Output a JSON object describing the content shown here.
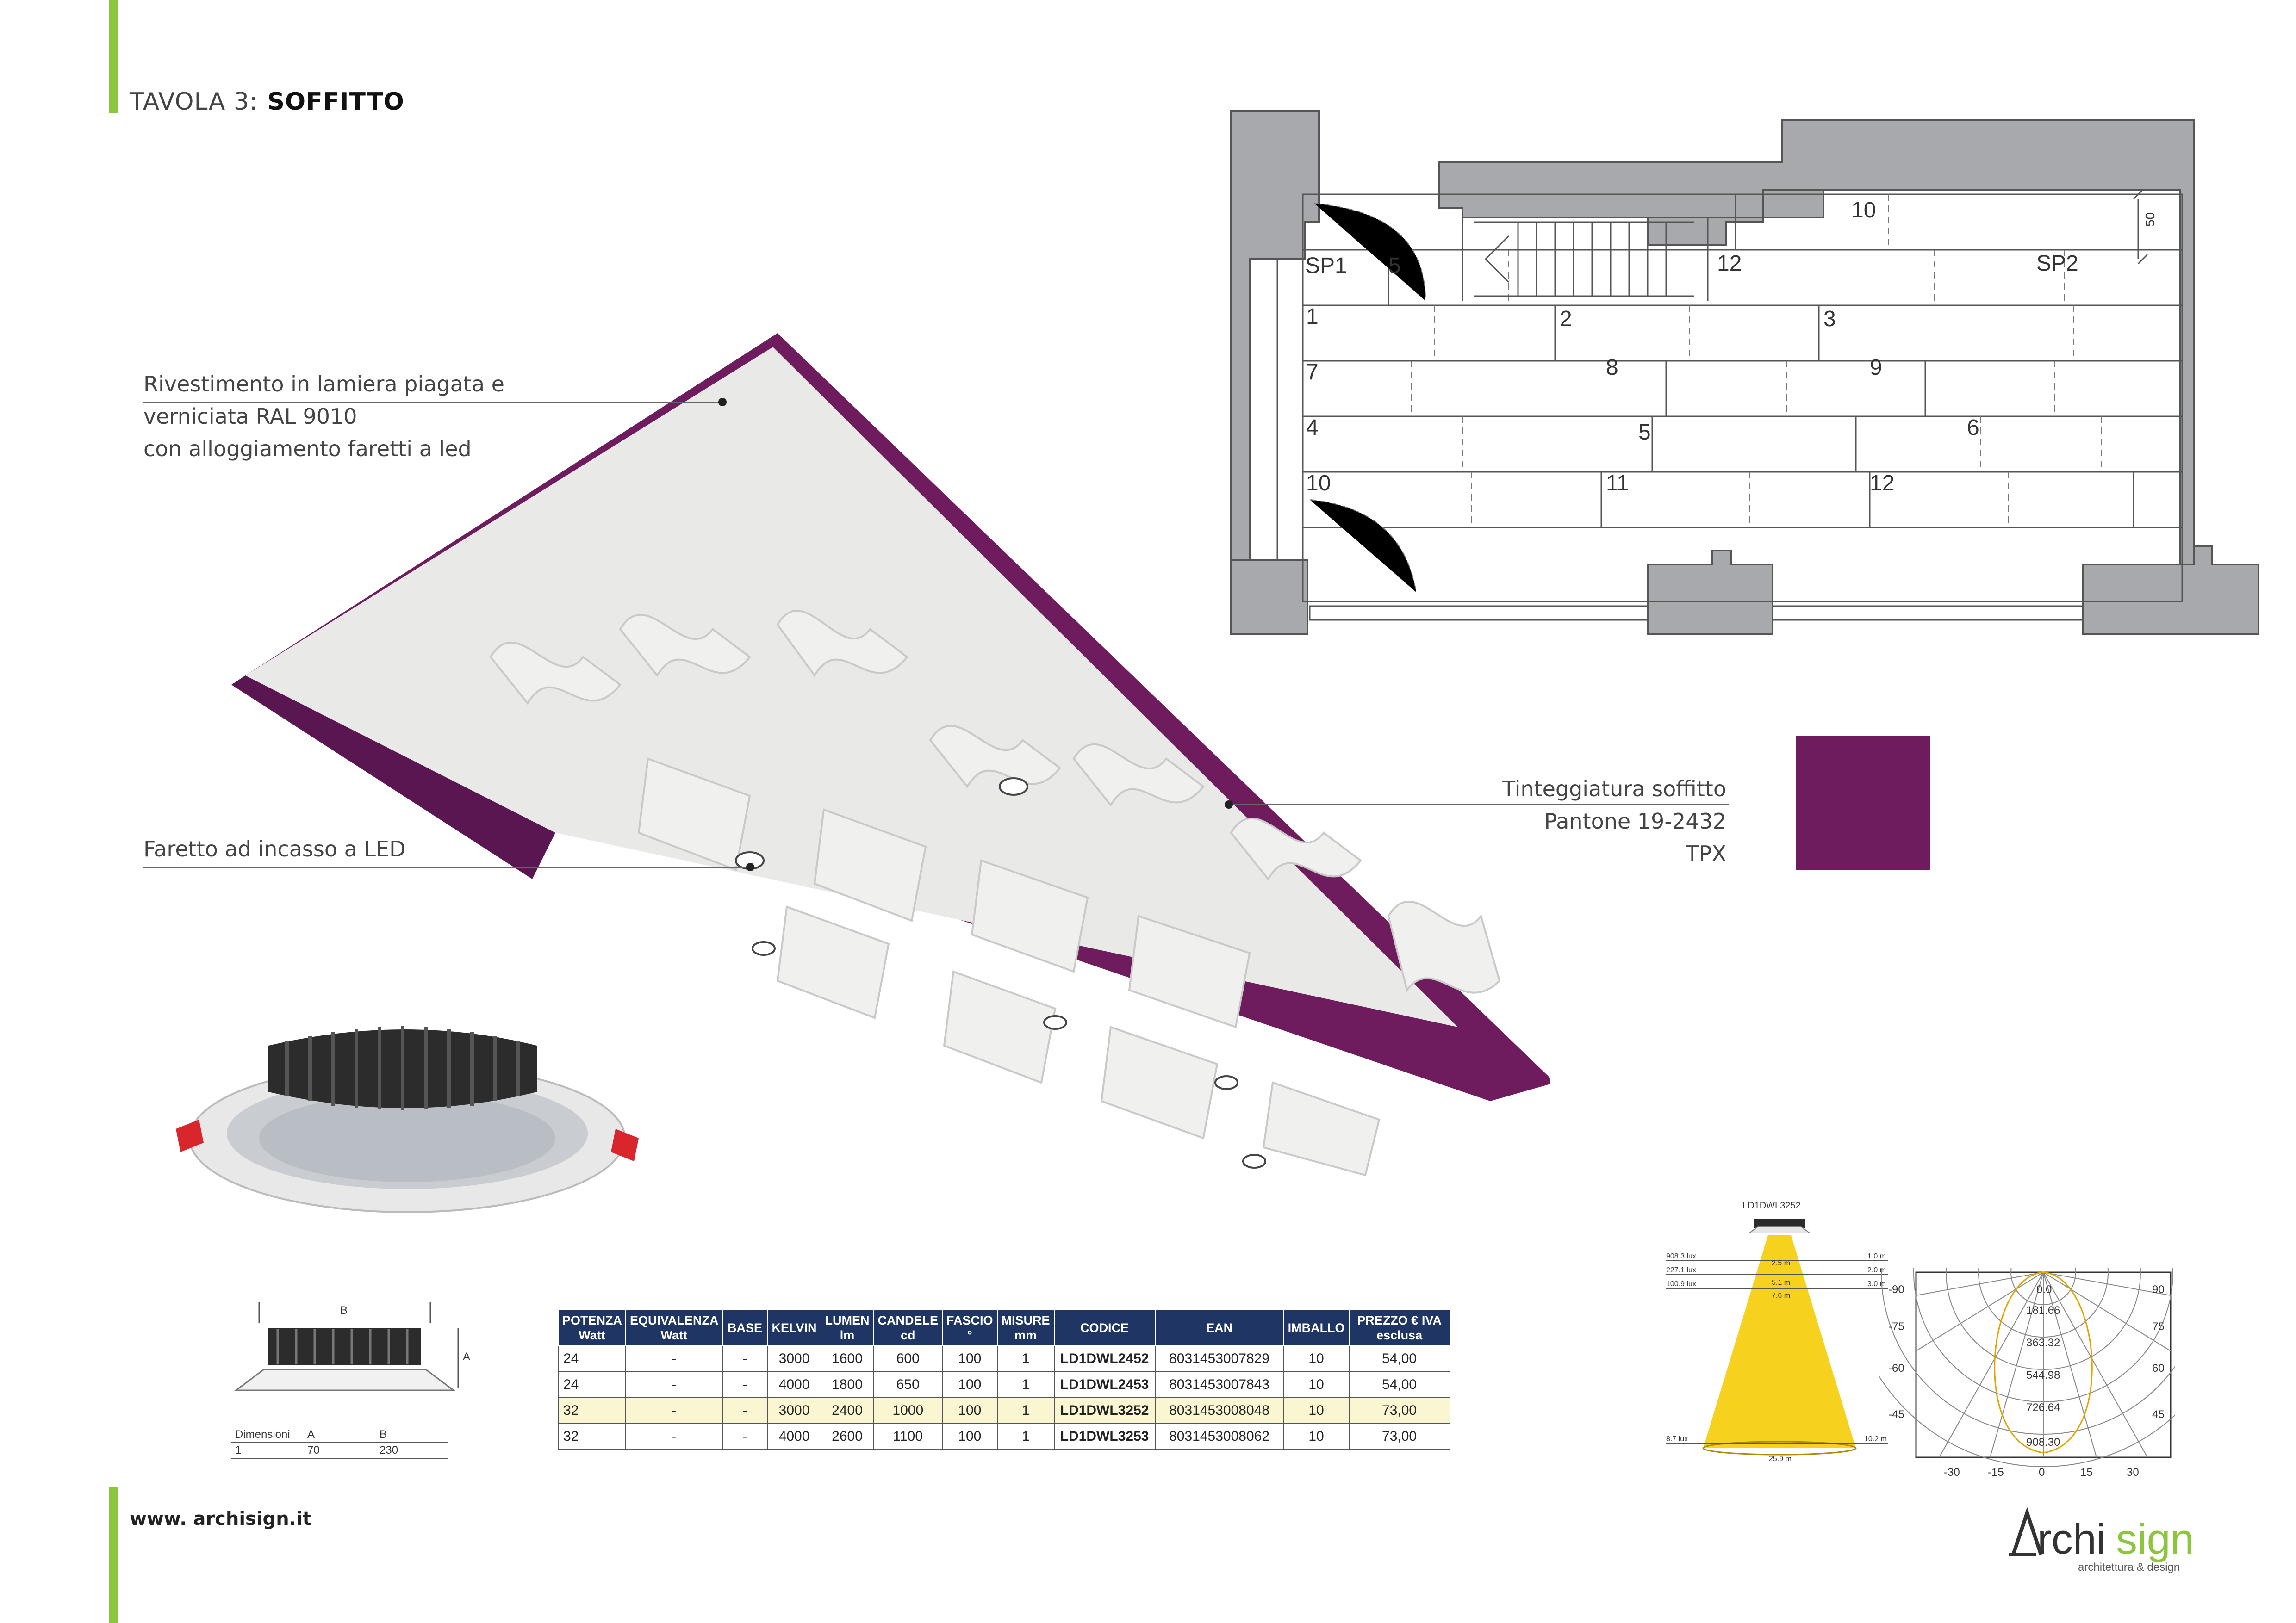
{
  "header": {
    "tavola": "TAVOLA 3:",
    "subject": "SOFFITTO"
  },
  "callouts": {
    "rivestimento": [
      "Rivestimento in lamiera piagata e",
      "verniciata RAL 9010",
      "con alloggiamento faretti a led"
    ],
    "faretto": "Faretto ad incasso a LED",
    "tinteggiatura": [
      "Tinteggiatura soffitto",
      "Pantone 19-2432 TPX"
    ]
  },
  "colors": {
    "accent": "#8cc63f",
    "ceiling": "#6f1c5f",
    "wall": "#a7a9ac",
    "header_blue": "#1f3563",
    "highlight": "#fbf6d2"
  },
  "plan": {
    "labels": [
      "SP1",
      "5",
      "2",
      "12",
      "3",
      "10",
      "SP2",
      "1",
      "7",
      "8",
      "9",
      "4",
      "5",
      "6",
      "10",
      "11",
      "12"
    ],
    "dimension": "50"
  },
  "table": {
    "headers": [
      "POTENZA Watt",
      "EQUIVALENZA Watt",
      "BASE",
      "KELVIN",
      "LUMEN lm",
      "CANDELE cd",
      "FASCIO °",
      "MISURE mm",
      "CODICE",
      "EAN",
      "IMBALLO",
      "PREZZO € IVA esclusa"
    ],
    "rows": [
      [
        "24",
        "-",
        "-",
        "3000",
        "1600",
        "600",
        "100",
        "1",
        "LD1DWL2452",
        "8031453007829",
        "10",
        "54,00"
      ],
      [
        "24",
        "-",
        "-",
        "4000",
        "1800",
        "650",
        "100",
        "1",
        "LD1DWL2453",
        "8031453007843",
        "10",
        "54,00"
      ],
      [
        "32",
        "-",
        "-",
        "3000",
        "2400",
        "1000",
        "100",
        "1",
        "LD1DWL3252",
        "8031453008048",
        "10",
        "73,00"
      ],
      [
        "32",
        "-",
        "-",
        "4000",
        "2600",
        "1100",
        "100",
        "1",
        "LD1DWL3253",
        "8031453008062",
        "10",
        "73,00"
      ]
    ],
    "highlight_row": 2
  },
  "dimensions": {
    "label_a": "A",
    "label_b": "B",
    "headers": [
      "Dimensioni",
      "A",
      "B"
    ],
    "row": [
      "1",
      "70",
      "230"
    ]
  },
  "photometry": {
    "code": "LD1DWL3252",
    "lux": [
      "908.3 lux",
      "227.1 lux",
      "100.9 lux",
      "8.7 lux"
    ],
    "heights": [
      "1.0 m",
      "2.0 m",
      "3.0 m",
      "10.2 m"
    ],
    "diameters": [
      "2.5 m",
      "5.1 m",
      "7.6 m",
      "25.9 m"
    ],
    "polar_values": [
      "0.0",
      "181.66",
      "363.32",
      "544.98",
      "726.64",
      "908.30"
    ],
    "angles_left": [
      "-90",
      "-75",
      "-60",
      "-45"
    ],
    "angles_right": [
      "90",
      "75",
      "60",
      "45"
    ],
    "angles_bottom": [
      "-30",
      "-15",
      "0",
      "15",
      "30"
    ]
  },
  "footer": {
    "website": "www. archisign.it",
    "logo_a": "rchi",
    "logo_b": "sign",
    "logo_tag": "architettura & design"
  }
}
